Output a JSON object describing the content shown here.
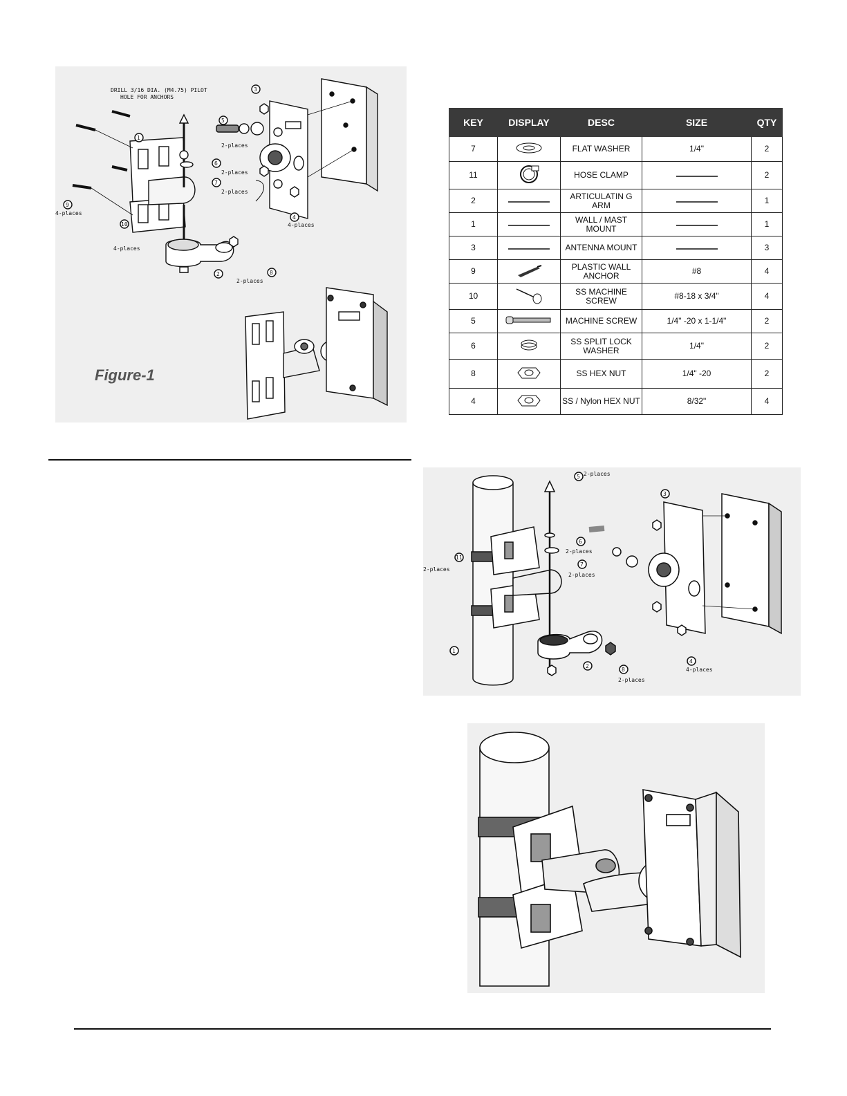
{
  "figure1": {
    "label": "Figure-1",
    "callouts": {
      "drill_note_line1": "DRILL 3/16 DIA. (M4.75) PILOT",
      "drill_note_line2": "HOLE FOR ANCHORS",
      "places_4": "4-places",
      "places_2": "2-places"
    },
    "keys": [
      "1",
      "2",
      "3",
      "4",
      "5",
      "6",
      "7",
      "8",
      "9",
      "10"
    ]
  },
  "parts_table": {
    "headers": {
      "key": "KEY",
      "display": "DISPLAY",
      "desc": "DESC",
      "size": "SIZE",
      "qty": "QTY"
    },
    "rows": [
      {
        "key": "7",
        "icon": "flat-washer-icon",
        "desc": "FLAT WASHER",
        "size": "1/4\"",
        "qty": "2"
      },
      {
        "key": "11",
        "icon": "hose-clamp-icon",
        "desc": "HOSE CLAMP",
        "size": "",
        "qty": "2"
      },
      {
        "key": "2",
        "icon": "",
        "desc": "ARTICULATIN G ARM",
        "size": "",
        "qty": "1"
      },
      {
        "key": "1",
        "icon": "",
        "desc": "WALL / MAST MOUNT",
        "size": "",
        "qty": "1"
      },
      {
        "key": "3",
        "icon": "",
        "desc": "ANTENNA MOUNT",
        "size": "",
        "qty": "3"
      },
      {
        "key": "9",
        "icon": "wall-anchor-icon",
        "desc": "PLASTIC WALL ANCHOR",
        "size": "#8",
        "qty": "4"
      },
      {
        "key": "10",
        "icon": "wood-screw-icon",
        "desc": "SS MACHINE SCREW",
        "size": "#8-18 x 3/4\"",
        "qty": "4"
      },
      {
        "key": "5",
        "icon": "machine-screw-icon",
        "desc": "MACHINE SCREW",
        "size": "1/4\" -20 x 1-1/4\"",
        "qty": "2"
      },
      {
        "key": "6",
        "icon": "split-lock-washer-icon",
        "desc": "SS SPLIT LOCK WASHER",
        "size": "1/4\"",
        "qty": "2"
      },
      {
        "key": "8",
        "icon": "hex-nut-icon",
        "desc": "SS HEX NUT",
        "size": "1/4\" -20",
        "qty": "2"
      },
      {
        "key": "4",
        "icon": "nylon-hex-nut-icon",
        "desc": "SS / Nylon HEX NUT",
        "size": "8/32\"",
        "qty": "4"
      }
    ]
  },
  "figure2": {
    "callouts": {
      "places_2": "2-places",
      "places_4": "4-places"
    },
    "keys": [
      "1",
      "2",
      "3",
      "4",
      "5",
      "6",
      "7",
      "8",
      "11"
    ]
  }
}
